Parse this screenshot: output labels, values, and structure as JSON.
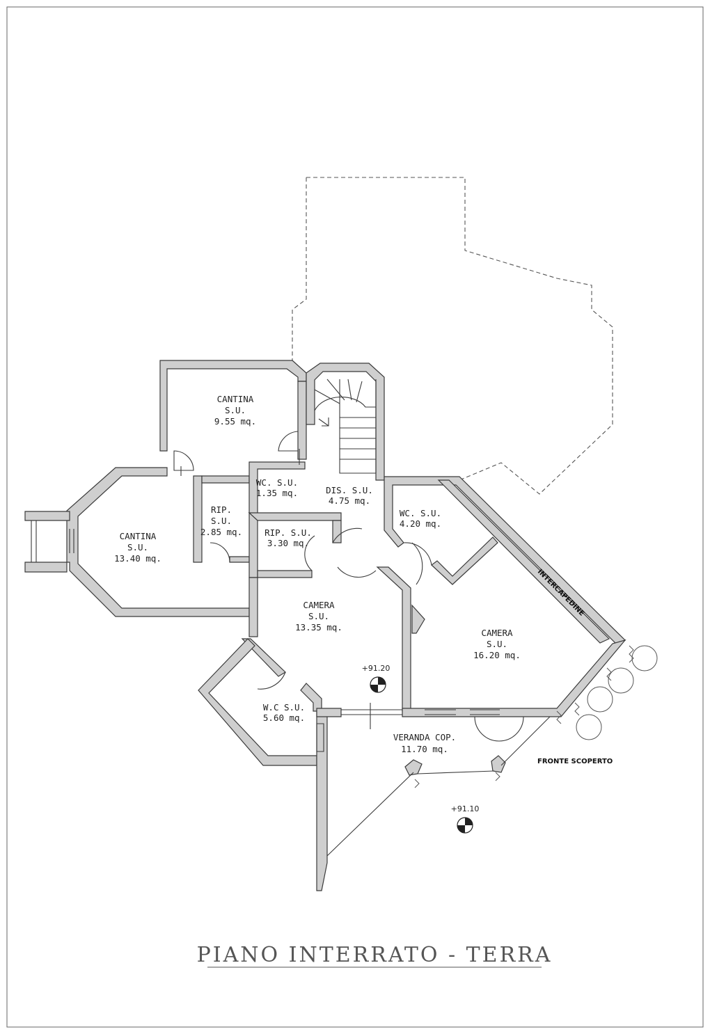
{
  "title": "PIANO INTERRATO - TERRA",
  "rooms": [
    {
      "key": "cantina1",
      "lines": [
        "CANTINA",
        "S.U.",
        "9.55  mq."
      ]
    },
    {
      "key": "cantina2",
      "lines": [
        "CANTINA",
        "S.U.",
        "13.40  mq."
      ]
    },
    {
      "key": "rip1",
      "lines": [
        "RIP.",
        "S.U.",
        "2.85  mq."
      ]
    },
    {
      "key": "wc1",
      "lines": [
        "WC.  S.U.",
        "1.35  mq."
      ]
    },
    {
      "key": "dis",
      "lines": [
        "DIS.  S.U.",
        "4.75  mq."
      ]
    },
    {
      "key": "rip2",
      "lines": [
        "RIP.  S.U.",
        "3.30  mq."
      ]
    },
    {
      "key": "wc2",
      "lines": [
        "WC.  S.U.",
        "4.20  mq."
      ]
    },
    {
      "key": "camera1",
      "lines": [
        "CAMERA",
        "S.U.",
        "13.35  mq."
      ]
    },
    {
      "key": "camera2",
      "lines": [
        "CAMERA",
        "S.U.",
        "16.20  mq."
      ]
    },
    {
      "key": "wc3",
      "lines": [
        "W.C  S.U.",
        "5.60  mq."
      ]
    },
    {
      "key": "veranda",
      "lines": [
        "VERANDA  COP.",
        "11.70  mq."
      ]
    }
  ],
  "elevations": [
    "+91.20",
    "+91.10"
  ],
  "labels": {
    "intercapedine": "INTERCAPEDINE",
    "fronte": "FRONTE SCOPERTO"
  }
}
